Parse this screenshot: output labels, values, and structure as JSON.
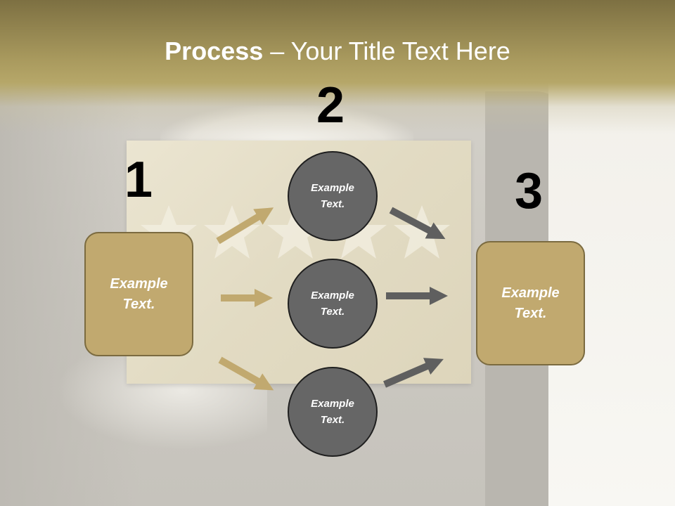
{
  "slide": {
    "title_strong": "Process",
    "title_rest": " – Your Title Text Here"
  },
  "numbers": [
    "1",
    "2",
    "3"
  ],
  "left_box": {
    "text": "Example Text."
  },
  "right_box": {
    "text": "Example Text."
  },
  "circles": [
    {
      "text": "Example Text."
    },
    {
      "text": "Example Text."
    },
    {
      "text": "Example Text."
    }
  ],
  "colors": {
    "header_dark": "#7d7042",
    "header_light": "#b6a769",
    "box_fill": "#c1a96f",
    "box_border": "#7b6b40",
    "circle_fill": "#666666",
    "circle_border": "#1f1f1f",
    "arrow_gold": "#c1a96f",
    "arrow_gray": "#5f5f5f"
  },
  "icons": [
    "star-icon",
    "arrow-icon"
  ]
}
